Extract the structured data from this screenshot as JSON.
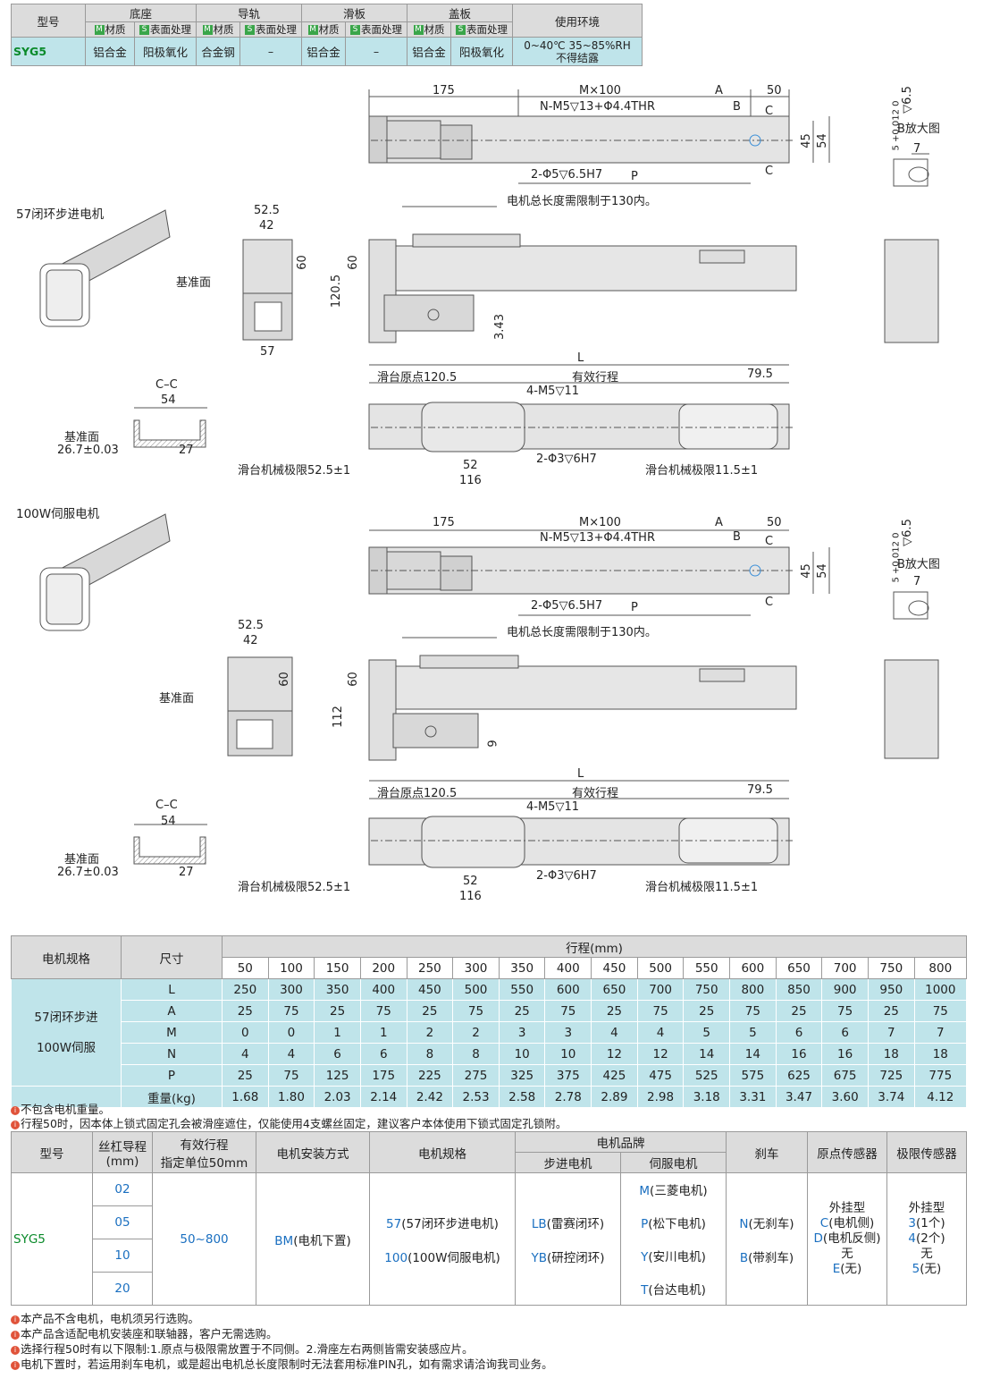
{
  "spec_table": {
    "headers": [
      "型号",
      "底座",
      "导轨",
      "滑板",
      "盖板",
      "使用环境"
    ],
    "sub_material": "材质",
    "sub_surface": "表面处理",
    "tag_m": "M",
    "tag_s": "S",
    "row": {
      "model": "SYG5",
      "base_material": "铝合金",
      "base_surface": "阳极氧化",
      "rail_material": "合金钢",
      "rail_surface": "–",
      "slide_material": "铝合金",
      "slide_surface": "–",
      "cover_material": "铝合金",
      "cover_surface": "阳极氧化",
      "env_line1": "0~40℃ 35~85%RH",
      "env_line2": "不得结露"
    }
  },
  "drawing1": {
    "section_title": "57闭环步进电机",
    "dims": {
      "d175": "175",
      "mx100": "M×100",
      "a": "A",
      "d50": "50",
      "holes": "N-M5▽13+Φ4.4THR",
      "b": "B",
      "c": "C",
      "d45": "45",
      "d54": "54",
      "pin": "2-Φ5▽6.5H7",
      "p": "P",
      "motor_note": "电机总长度需限制于130内。",
      "b_enlarge": "B放大图",
      "tol": "5 +0.012 0",
      "v65": "▽6.5",
      "d7": "7",
      "w525": "52.5",
      "w42": "42",
      "h60": "60",
      "w57": "57",
      "datum": "基准面",
      "h1205": "120.5",
      "h343": "3.43",
      "l": "L",
      "origin": "滑台原点120.5",
      "stroke": "有效行程",
      "d795": "79.5",
      "m5v11": "4-M5▽11",
      "phi3": "2-Φ3▽6H7",
      "d52": "52",
      "d116": "116",
      "limit1": "滑台机械极限52.5±1",
      "limit2": "滑台机械极限11.5±1",
      "cc": "C–C",
      "cc54": "54",
      "cc_datum": "基准面",
      "cc_tol": "26.7±0.03",
      "cc27": "27"
    }
  },
  "drawing2": {
    "section_title": "100W伺服电机",
    "dims": {
      "h112": "112",
      "h9": "9"
    }
  },
  "stroke_table": {
    "col_spec": "电机规格",
    "col_size": "尺寸",
    "stroke_header": "行程(mm)",
    "strokes": [
      "50",
      "100",
      "150",
      "200",
      "250",
      "300",
      "350",
      "400",
      "450",
      "500",
      "550",
      "600",
      "650",
      "700",
      "750",
      "800"
    ],
    "spec_line1": "57闭环步进",
    "spec_line2": "100W伺服",
    "rows": [
      {
        "name": "L",
        "vals": [
          "250",
          "300",
          "350",
          "400",
          "450",
          "500",
          "550",
          "600",
          "650",
          "700",
          "750",
          "800",
          "850",
          "900",
          "950",
          "1000"
        ]
      },
      {
        "name": "A",
        "vals": [
          "25",
          "75",
          "25",
          "75",
          "25",
          "75",
          "25",
          "75",
          "25",
          "75",
          "25",
          "75",
          "25",
          "75",
          "25",
          "75"
        ]
      },
      {
        "name": "M",
        "vals": [
          "0",
          "0",
          "1",
          "1",
          "2",
          "2",
          "3",
          "3",
          "4",
          "4",
          "5",
          "5",
          "6",
          "6",
          "7",
          "7"
        ]
      },
      {
        "name": "N",
        "vals": [
          "4",
          "4",
          "6",
          "6",
          "8",
          "8",
          "10",
          "10",
          "12",
          "12",
          "14",
          "14",
          "16",
          "16",
          "18",
          "18"
        ]
      },
      {
        "name": "P",
        "vals": [
          "25",
          "75",
          "125",
          "175",
          "225",
          "275",
          "325",
          "375",
          "425",
          "475",
          "525",
          "575",
          "625",
          "675",
          "725",
          "775"
        ]
      },
      {
        "name": "重量(kg)",
        "vals": [
          "1.68",
          "1.80",
          "2.03",
          "2.14",
          "2.42",
          "2.53",
          "2.58",
          "2.78",
          "2.89",
          "2.98",
          "3.18",
          "3.31",
          "3.47",
          "3.60",
          "3.74",
          "4.12"
        ]
      }
    ],
    "notes": [
      "不包含电机重量。",
      "行程50时，因本体上锁式固定孔会被滑座遮住，仅能使用4支螺丝固定，建议客户本体使用下锁式固定孔锁附。"
    ]
  },
  "order_table": {
    "h_model": "型号",
    "h_lead": "丝杠导程",
    "h_lead_unit": "(mm)",
    "h_stroke": "有效行程",
    "h_stroke_unit": "指定单位50mm",
    "h_mount": "电机安装方式",
    "h_spec": "电机规格",
    "h_brand": "电机品牌",
    "h_stepper": "步进电机",
    "h_servo": "伺服电机",
    "h_brake": "刹车",
    "h_origin": "原点传感器",
    "h_limit": "极限传感器",
    "model": "SYG5",
    "leads": [
      "02",
      "05",
      "10",
      "20"
    ],
    "stroke_range": "50~800",
    "mount_code": "BM",
    "mount_text": "(电机下置)",
    "spec1_code": "57",
    "spec1_text": "(57闭环步进电机)",
    "spec2_code": "100",
    "spec2_text": "(100W伺服电机)",
    "stepper1_code": "LB",
    "stepper1_text": "(雷赛闭环)",
    "stepper2_code": "YB",
    "stepper2_text": "(研控闭环)",
    "servo": [
      {
        "code": "M",
        "text": "(三菱电机)"
      },
      {
        "code": "P",
        "text": "(松下电机)"
      },
      {
        "code": "Y",
        "text": "(安川电机)"
      },
      {
        "code": "T",
        "text": "(台达电机)"
      }
    ],
    "brake1_code": "N",
    "brake1_text": "(无刹车)",
    "brake2_code": "B",
    "brake2_text": "(带刹车)",
    "origin_title": "外挂型",
    "origin_c_code": "C",
    "origin_c_text": "(电机侧)",
    "origin_d_code": "D",
    "origin_d_text": "(电机反侧)",
    "origin_none": "无",
    "origin_e_code": "E",
    "origin_e_text": "(无)",
    "limit_title": "外挂型",
    "limit_3_code": "3",
    "limit_3_text": "(1个)",
    "limit_4_code": "4",
    "limit_4_text": "(2个)",
    "limit_none": "无",
    "limit_5_code": "5",
    "limit_5_text": "(无)",
    "notes": [
      "本产品不含电机，电机须另行选购。",
      "本产品含适配电机安装座和联轴器，客户无需选购。",
      "选择行程50时有以下限制:1.原点与极限需放置于不同侧。2.滑座左右两侧皆需安装感应片。",
      "电机下置时，若运用刹车电机，或是超出电机总长度限制时无法套用标准PIN孔，如有需求请洽询我司业务。"
    ]
  }
}
